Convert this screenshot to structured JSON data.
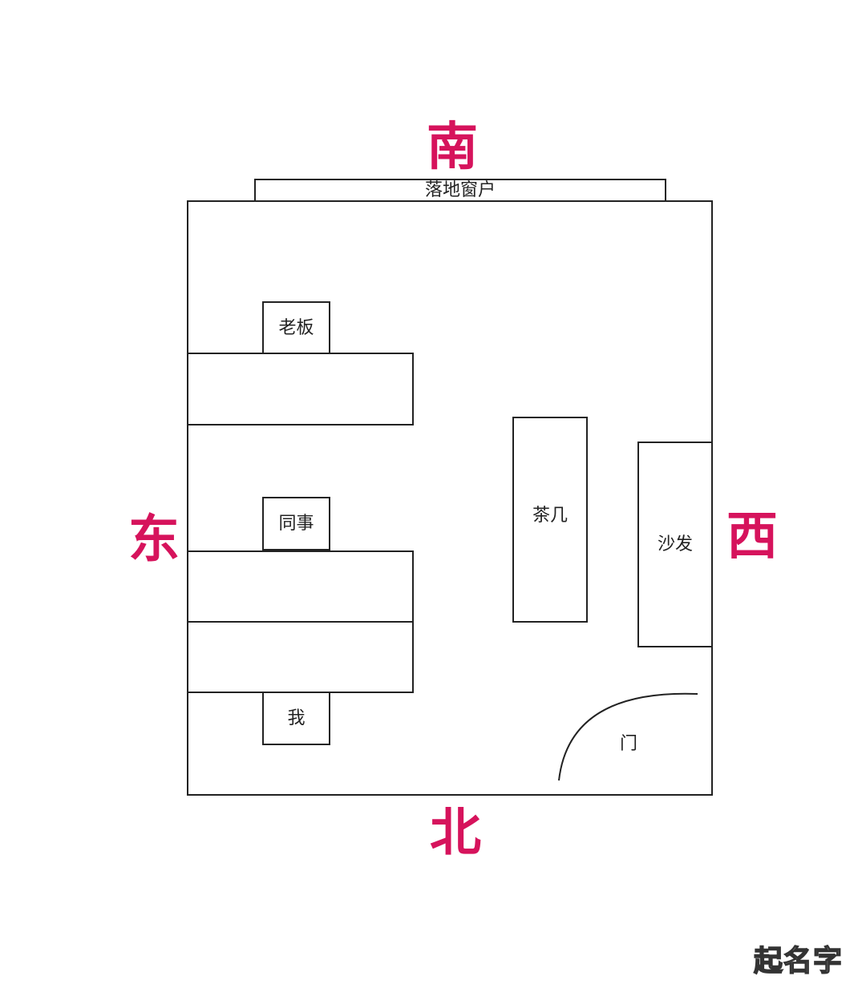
{
  "directions": {
    "south": "南",
    "north": "北",
    "east": "东",
    "west": "西",
    "color": "#d6135c"
  },
  "furniture": {
    "window": "落地窗户",
    "boss": "老板",
    "colleague": "同事",
    "me": "我",
    "tea_table": "茶几",
    "sofa": "沙发",
    "door": "门"
  },
  "watermark": "起名字"
}
